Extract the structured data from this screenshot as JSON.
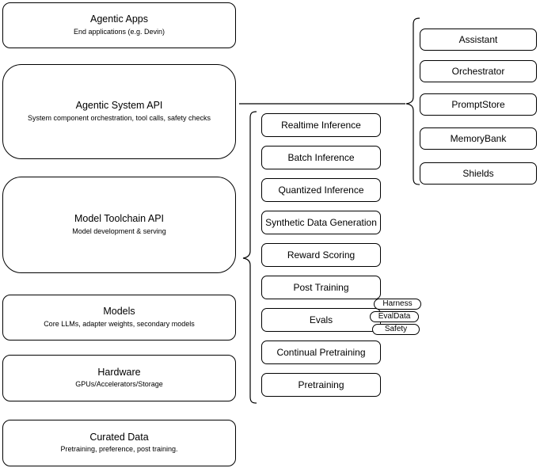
{
  "diagram": {
    "stack": [
      {
        "title": "Agentic Apps",
        "subtitle": "End applications (e.g. Devin)"
      },
      {
        "title": "Agentic System API",
        "subtitle": "System component orchestration, tool calls, safety checks"
      },
      {
        "title": "Model Toolchain API",
        "subtitle": "Model development & serving"
      },
      {
        "title": "Models",
        "subtitle": "Core LLMs, adapter weights, secondary models"
      },
      {
        "title": "Hardware",
        "subtitle": "GPUs/Accelerators/Storage"
      },
      {
        "title": "Curated Data",
        "subtitle": "Pretraining, preference, post training."
      }
    ],
    "toolchain_items": [
      "Realtime Inference",
      "Batch Inference",
      "Quantized Inference",
      "Synthetic Data Generation",
      "Reward Scoring",
      "Post Training",
      "Evals",
      "Continual Pretraining",
      "Pretraining"
    ],
    "eval_tags": [
      "Harness",
      "EvalData",
      "Safety"
    ],
    "system_components": [
      "Assistant",
      "Orchestrator",
      "PromptStore",
      "MemoryBank",
      "Shields"
    ],
    "colors": {
      "stroke": "#000000",
      "fill": "#ffffff",
      "background": "#ffffff",
      "text": "#000000"
    }
  }
}
